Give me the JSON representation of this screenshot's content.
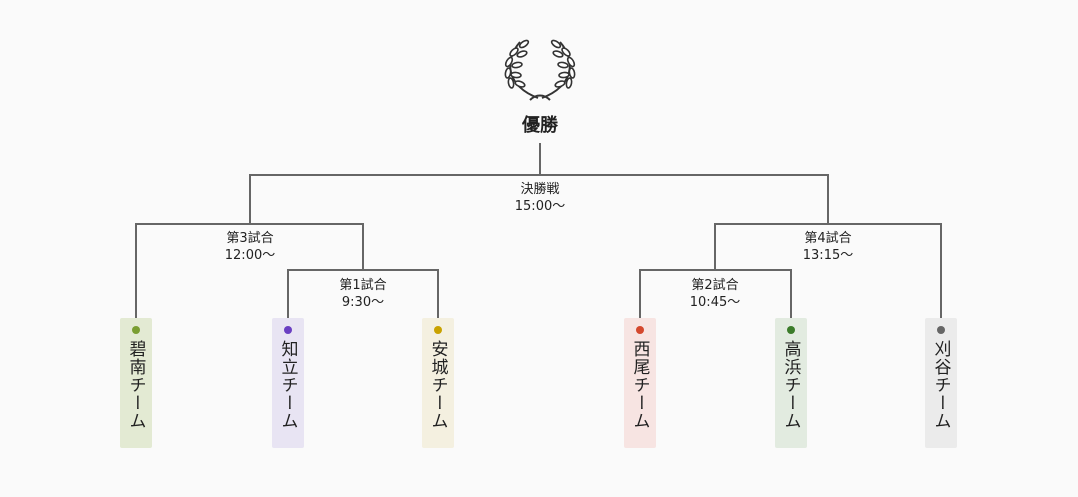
{
  "champion": {
    "label": "優勝",
    "icon": "laurel-wreath-icon"
  },
  "final": {
    "name": "決勝戦",
    "time": "15:00〜"
  },
  "matches": [
    {
      "name": "第1試合",
      "time": "9:30〜"
    },
    {
      "name": "第2試合",
      "time": "10:45〜"
    },
    {
      "name": "第3試合",
      "time": "12:00〜"
    },
    {
      "name": "第4試合",
      "time": "13:15〜"
    }
  ],
  "teams": [
    {
      "name": "碧南チーム",
      "color": "#7a9e32",
      "bg": "#e3ead3"
    },
    {
      "name": "知立チーム",
      "color": "#6a3fc2",
      "bg": "#e8e4f3"
    },
    {
      "name": "安城チーム",
      "color": "#c9a200",
      "bg": "#f4f0e0"
    },
    {
      "name": "西尾チーム",
      "color": "#d4482e",
      "bg": "#f7e4e2"
    },
    {
      "name": "高浜チーム",
      "color": "#3b7c2a",
      "bg": "#e2ebe0"
    },
    {
      "name": "刈谷チーム",
      "color": "#666666",
      "bg": "#ebebeb"
    }
  ]
}
